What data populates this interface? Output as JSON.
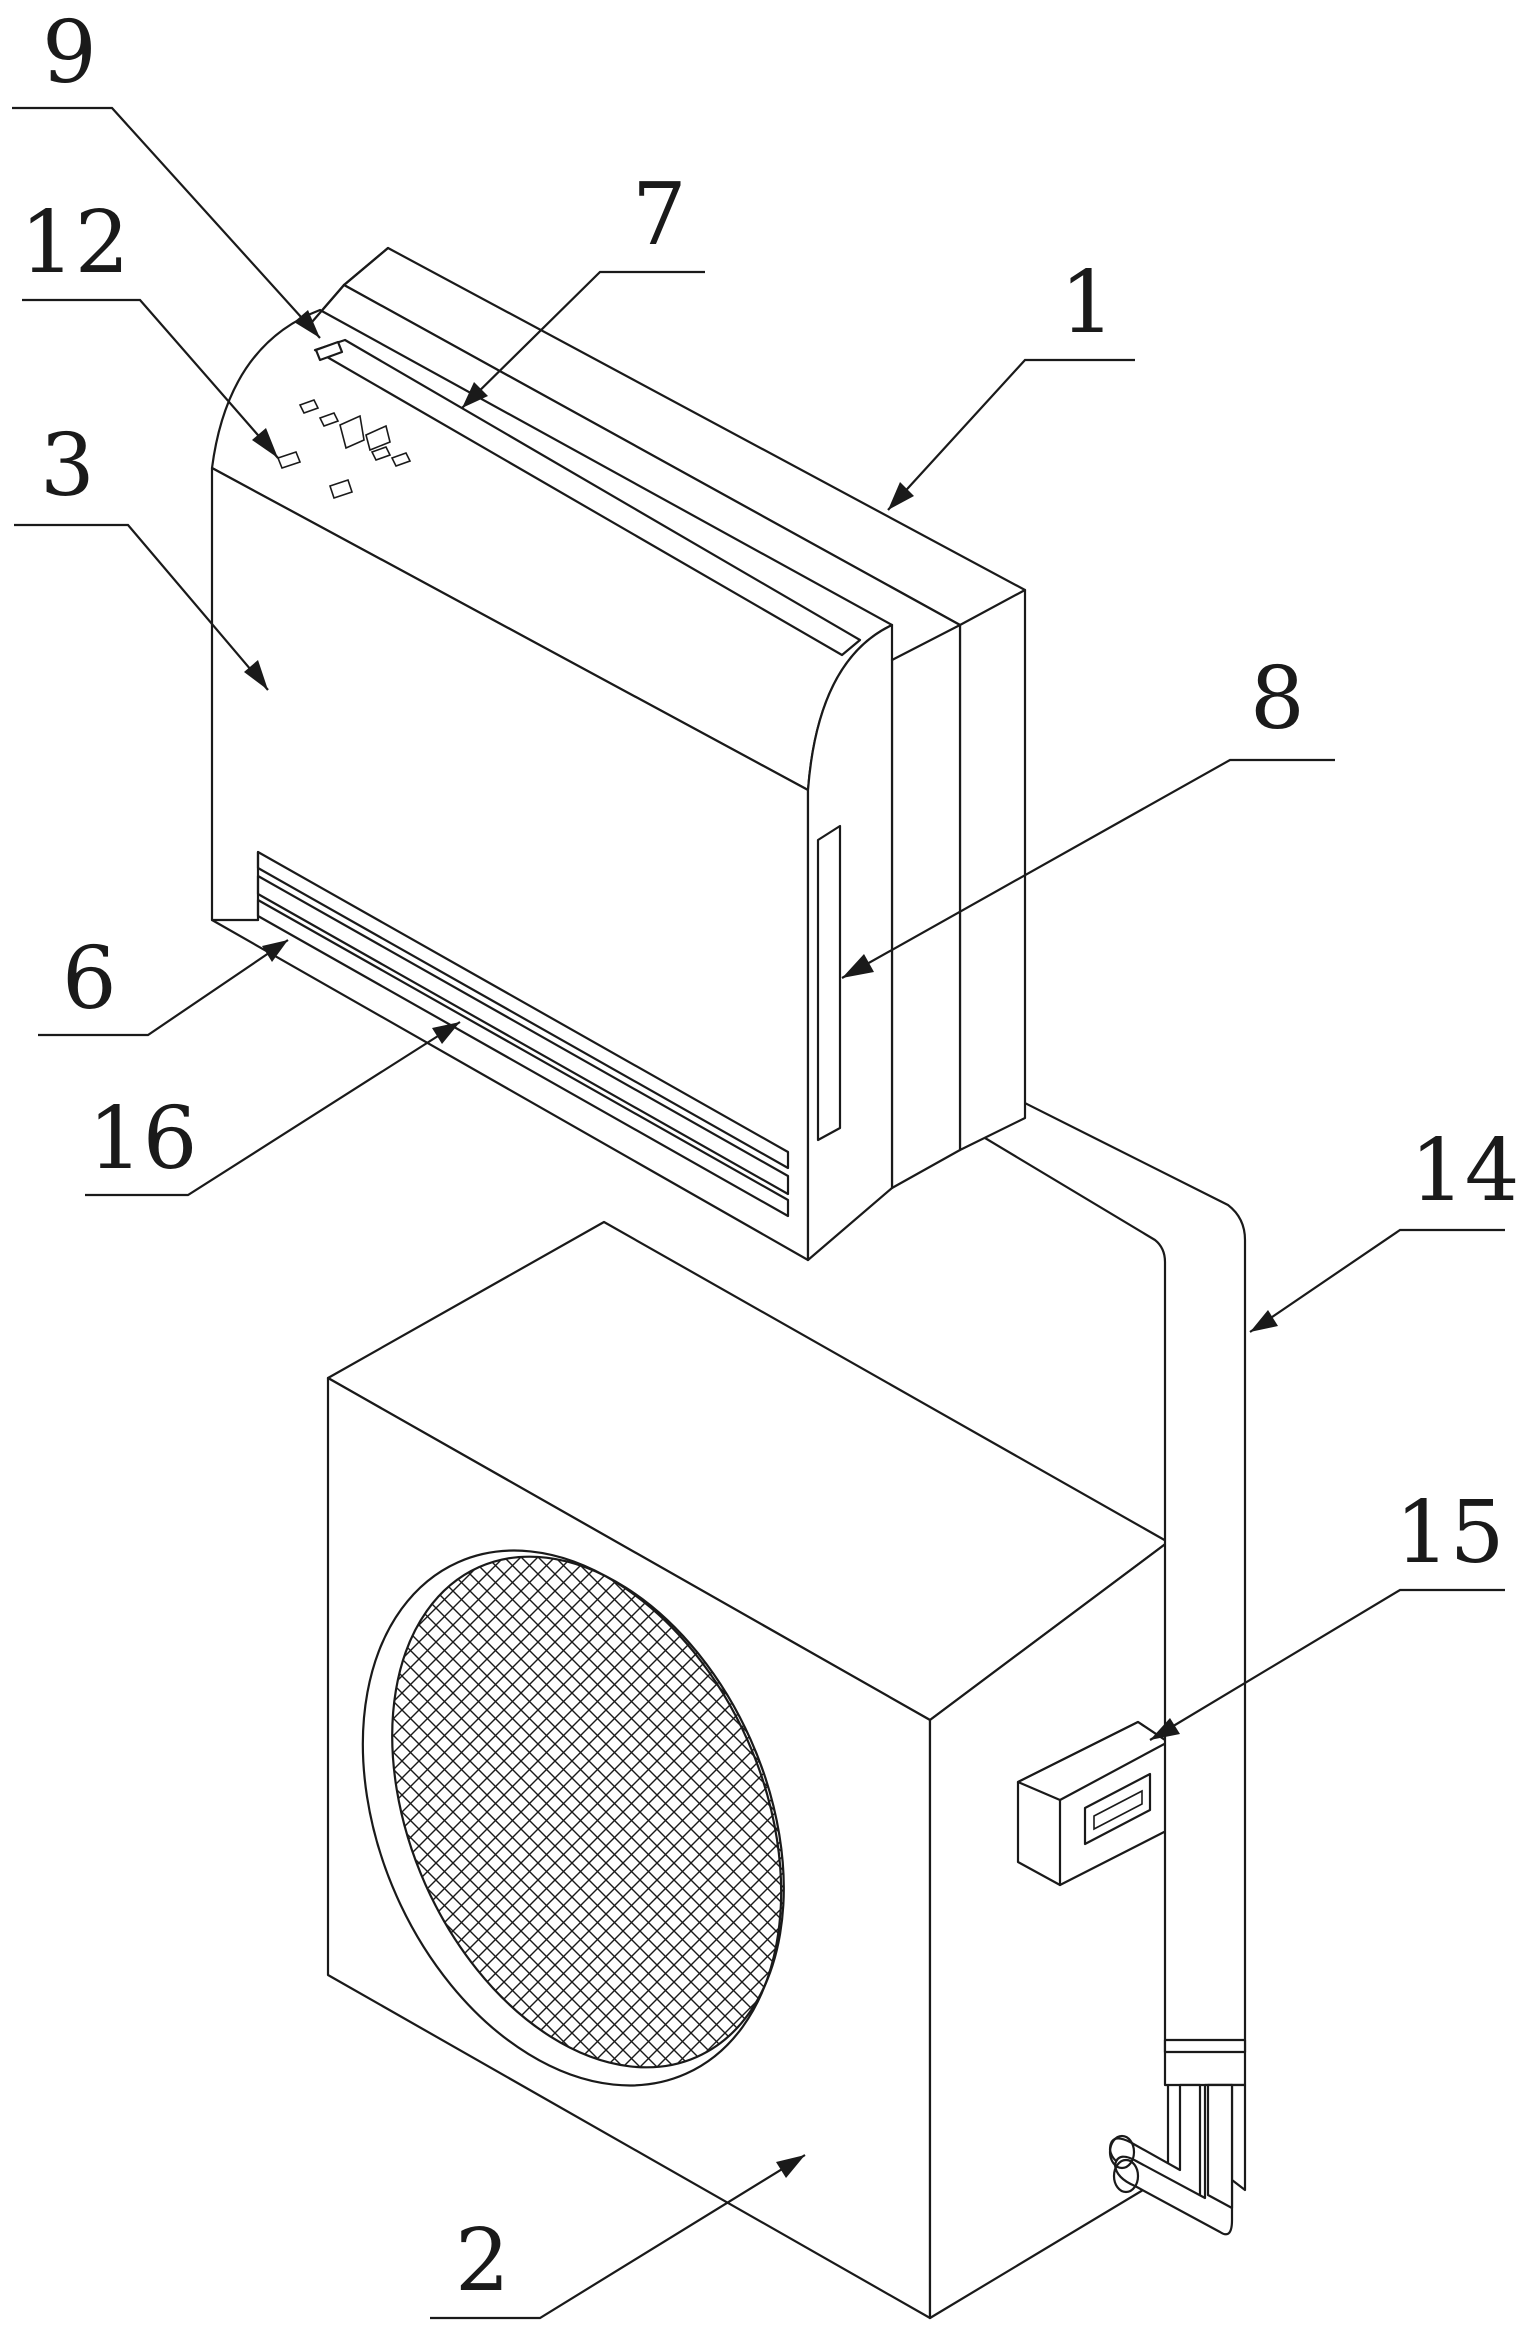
{
  "labels": [
    {
      "id": "label-9",
      "text": "9"
    },
    {
      "id": "label-12",
      "text": "12"
    },
    {
      "id": "label-7",
      "text": "7"
    },
    {
      "id": "label-1",
      "text": "1"
    },
    {
      "id": "label-3",
      "text": "3"
    },
    {
      "id": "label-8",
      "text": "8"
    },
    {
      "id": "label-6",
      "text": "6"
    },
    {
      "id": "label-16",
      "text": "16"
    },
    {
      "id": "label-14",
      "text": "14"
    },
    {
      "id": "label-15",
      "text": "15"
    },
    {
      "id": "label-2",
      "text": "2"
    }
  ]
}
